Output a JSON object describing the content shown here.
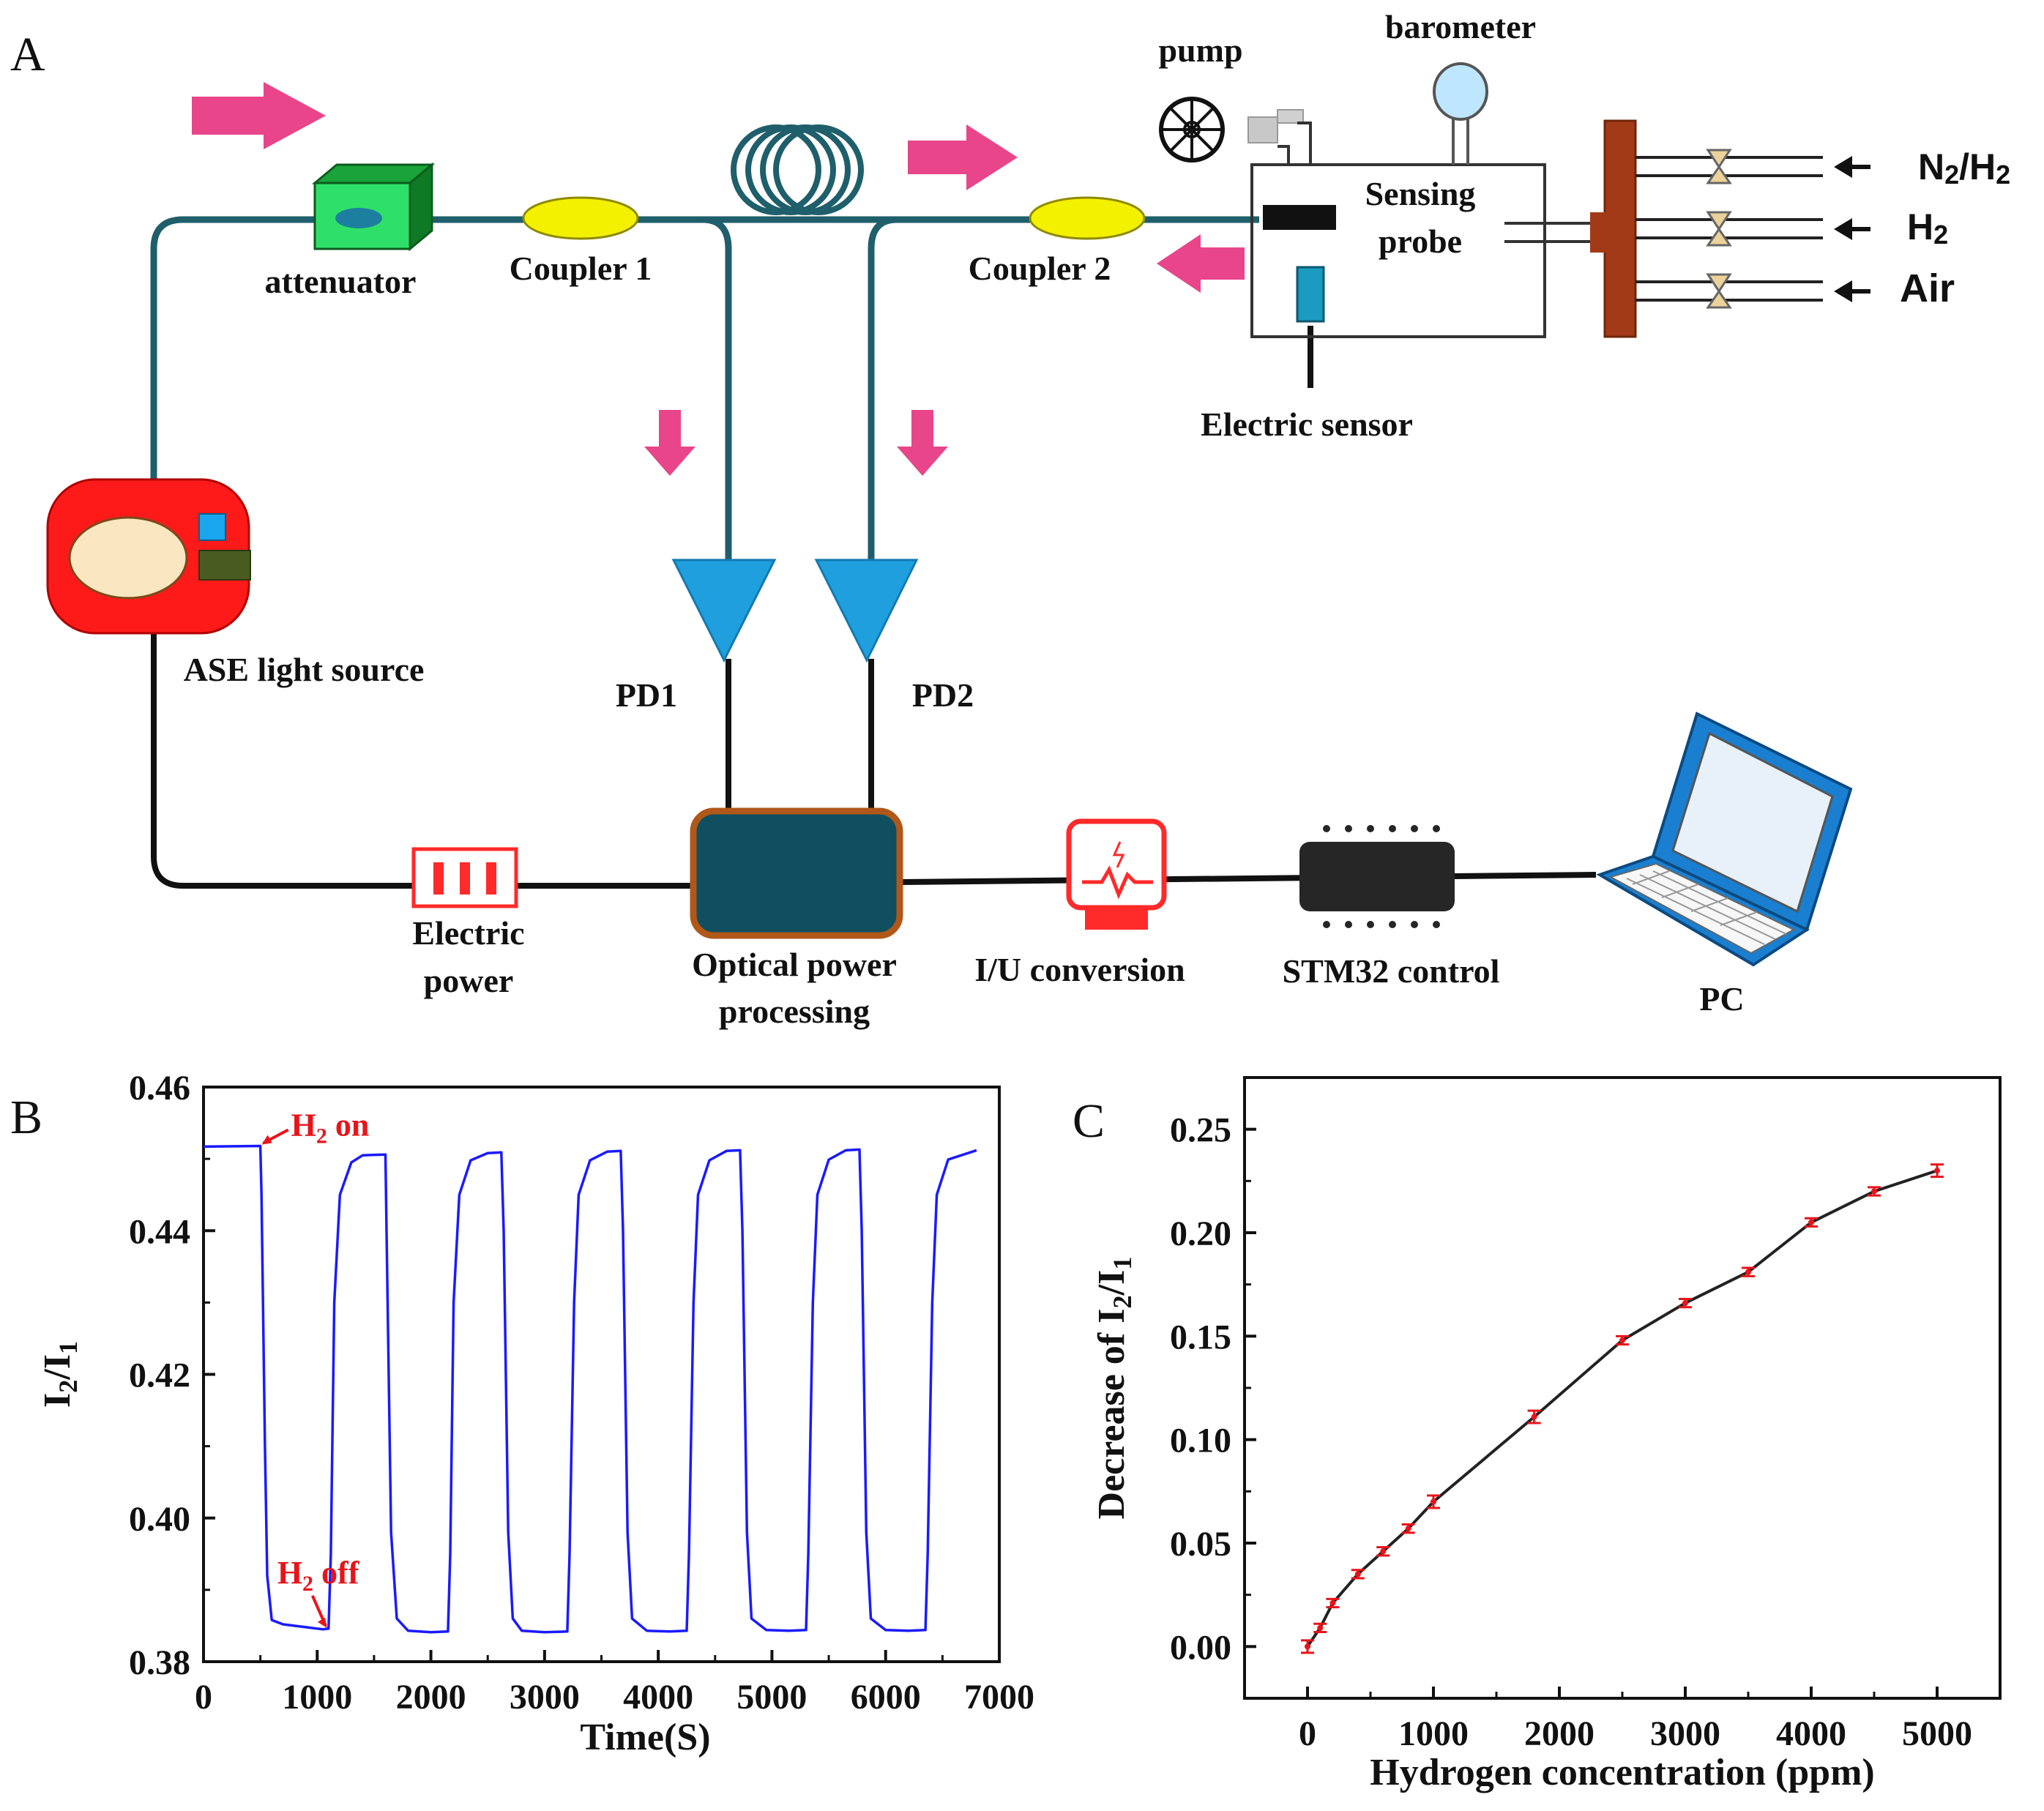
{
  "panels": {
    "a": "A",
    "b": "B",
    "c": "C"
  },
  "diagram": {
    "labels": {
      "attenuator": "attenuator",
      "coupler1": "Coupler 1",
      "coupler2": "Coupler 2",
      "pump": "pump",
      "barometer": "barometer",
      "sensing_probe_line1": "Sensing",
      "sensing_probe_line2": "probe",
      "electric_sensor": "Electric sensor",
      "ase": "ASE light source",
      "pd1": "PD1",
      "pd2": "PD2",
      "electric_power_line1": "Electric",
      "electric_power_line2": "power",
      "optical_line1": "Optical power",
      "optical_line2": "processing",
      "iu": "I/U conversion",
      "stm32": "STM32 control",
      "pc": "PC"
    },
    "gas_inputs": [
      {
        "main": "N",
        "sub1": "2",
        "mid": "/H",
        "sub2": "2"
      },
      {
        "main": "H",
        "sub1": "2",
        "mid": "",
        "sub2": ""
      },
      {
        "main": "Air",
        "sub1": "",
        "mid": "",
        "sub2": ""
      }
    ],
    "colors": {
      "fiber": "#1f5f6b",
      "arrow": "#e8458a",
      "detector": "#1f9fde",
      "ase_body": "#ff1a1a",
      "processing": "#0f4f5f",
      "coupler": "#f4f100"
    }
  },
  "chart_data": [
    {
      "panel": "B",
      "type": "line",
      "title": "",
      "xlabel": "Time(S)",
      "ylabel_main": "I",
      "ylabel_sub1": "2",
      "ylabel_mid": "/I",
      "ylabel_sub2": "1",
      "xlim": [
        0,
        7000
      ],
      "ylim": [
        0.38,
        0.46
      ],
      "xticks": [
        "0",
        "1000",
        "2000",
        "3000",
        "4000",
        "5000",
        "6000",
        "7000"
      ],
      "yticks": [
        "0.38",
        "0.40",
        "0.42",
        "0.44",
        "0.46"
      ],
      "series": [
        {
          "color": "#1a1aff",
          "x": [
            0,
            500,
            510,
            540,
            560,
            600,
            700,
            900,
            1050,
            1100,
            1120,
            1150,
            1200,
            1300,
            1400,
            1600,
            1610,
            1650,
            1700,
            1800,
            2000,
            2150,
            2170,
            2200,
            2250,
            2350,
            2500,
            2620,
            2640,
            2680,
            2720,
            2800,
            3000,
            3200,
            3220,
            3260,
            3300,
            3400,
            3550,
            3670,
            3690,
            3730,
            3770,
            3900,
            4100,
            4250,
            4270,
            4310,
            4350,
            4450,
            4600,
            4720,
            4740,
            4780,
            4820,
            4950,
            5150,
            5300,
            5320,
            5360,
            5400,
            5500,
            5650,
            5770,
            5790,
            5830,
            5870,
            6000,
            6200,
            6350,
            6370,
            6410,
            6450,
            6550,
            6800
          ],
          "y": [
            0.4517,
            0.4518,
            0.445,
            0.41,
            0.392,
            0.3858,
            0.3852,
            0.3848,
            0.3845,
            0.3846,
            0.395,
            0.43,
            0.445,
            0.4495,
            0.4505,
            0.4506,
            0.44,
            0.398,
            0.386,
            0.3843,
            0.3841,
            0.3842,
            0.395,
            0.43,
            0.445,
            0.4498,
            0.4508,
            0.4509,
            0.44,
            0.398,
            0.386,
            0.3843,
            0.3841,
            0.3842,
            0.395,
            0.43,
            0.445,
            0.4498,
            0.451,
            0.4511,
            0.44,
            0.398,
            0.386,
            0.3843,
            0.3842,
            0.3843,
            0.395,
            0.43,
            0.445,
            0.4498,
            0.4511,
            0.4512,
            0.44,
            0.398,
            0.386,
            0.3844,
            0.3843,
            0.3844,
            0.395,
            0.43,
            0.445,
            0.4499,
            0.4512,
            0.4513,
            0.44,
            0.398,
            0.386,
            0.3844,
            0.3843,
            0.3844,
            0.395,
            0.43,
            0.445,
            0.4499,
            0.4512
          ]
        }
      ],
      "annotations": [
        {
          "main": "H",
          "sub": "2",
          "rest": " on",
          "x": 500,
          "y": 0.4518
        },
        {
          "main": "H",
          "sub": "2",
          "rest": " off",
          "x": 1100,
          "y": 0.3846
        }
      ],
      "annotation_color": "#e8141a"
    },
    {
      "panel": "C",
      "type": "line",
      "title": "",
      "xlabel": "Hydrogen concentration (ppm)",
      "ylabel_main": "Decrease of I",
      "ylabel_sub1": "2",
      "ylabel_mid": "/I",
      "ylabel_sub2": "1",
      "xlim": [
        -500,
        5500
      ],
      "ylim": [
        -0.025,
        0.275
      ],
      "xticks": [
        "0",
        "1000",
        "2000",
        "3000",
        "4000",
        "5000"
      ],
      "yticks": [
        "0.00",
        "0.05",
        "0.10",
        "0.15",
        "0.20",
        "0.25"
      ],
      "x": [
        0,
        100,
        200,
        400,
        600,
        800,
        1000,
        1800,
        2500,
        3000,
        3500,
        4000,
        4500,
        5000
      ],
      "y": [
        0.0,
        0.009,
        0.021,
        0.035,
        0.046,
        0.057,
        0.07,
        0.111,
        0.148,
        0.166,
        0.181,
        0.205,
        0.22,
        0.23
      ],
      "error": [
        0.003,
        0.002,
        0.002,
        0.002,
        0.002,
        0.002,
        0.003,
        0.003,
        0.002,
        0.002,
        0.002,
        0.002,
        0.002,
        0.003
      ],
      "line_color": "#222222",
      "marker_color": "#e8141a"
    }
  ]
}
